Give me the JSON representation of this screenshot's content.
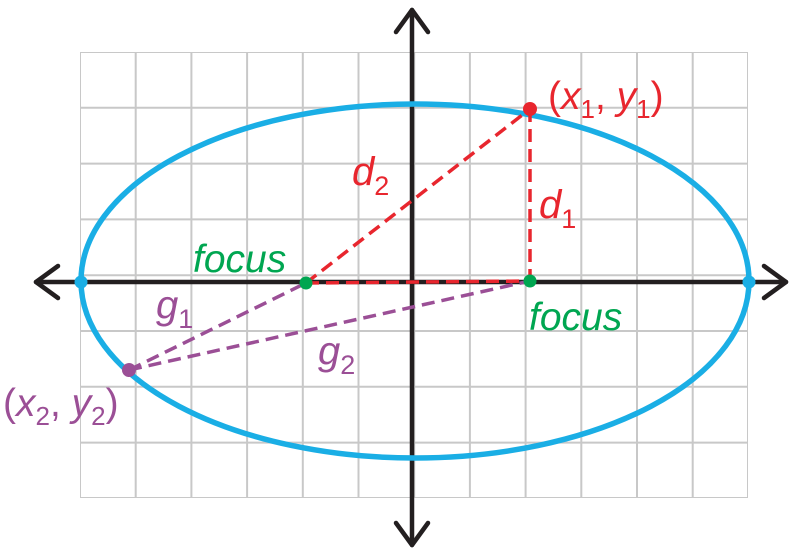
{
  "colors": {
    "ellipse": "#1aaee5",
    "axis": "#231f20",
    "grid": "#c8c8c8",
    "red": "#e8262e",
    "green": "#00a651",
    "purple": "#9b4f96"
  },
  "labels": {
    "focus_left": "focus",
    "focus_right": "focus",
    "d1": {
      "base": "d",
      "sub": "1"
    },
    "d2": {
      "base": "d",
      "sub": "2"
    },
    "g1": {
      "base": "g",
      "sub": "1"
    },
    "g2": {
      "base": "g",
      "sub": "2"
    },
    "p1": {
      "open": "(",
      "x": "x",
      "xsub": "1",
      "comma": ", ",
      "y": "y",
      "ysub": "1",
      "close": ")"
    },
    "p2": {
      "open": "(",
      "x": "x",
      "xsub": "2",
      "comma": ", ",
      "y": "y",
      "ysub": "2",
      "close": ")"
    }
  }
}
